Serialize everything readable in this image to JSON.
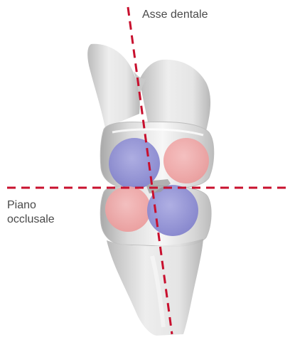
{
  "labels": {
    "tooth_axis": "Asse dentale",
    "occlusal_plane_line1": "Piano",
    "occlusal_plane_line2": "occlusale"
  },
  "colors": {
    "reference_line": "#c8102e",
    "contact_blue": "#8f8fd6",
    "contact_pink": "#f2a6a6",
    "tooth_light": "#f4f4f4",
    "tooth_shadow": "#b9b9b9",
    "label_text": "#4a4a4a"
  },
  "icons": []
}
